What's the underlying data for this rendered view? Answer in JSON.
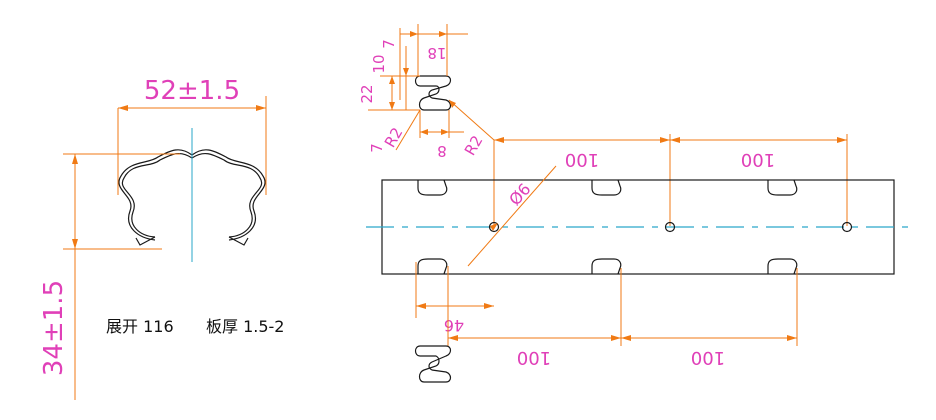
{
  "profile_dims": {
    "width": "52±1.5",
    "height": "34±1.5"
  },
  "notes": {
    "unfold": "展开 116",
    "thickness": "板厚 1.5-2"
  },
  "slot_dims": {
    "d7": "7",
    "d18": "18",
    "d10": "10",
    "d22": "22",
    "d7b": "7",
    "r2a": "R2",
    "d8": "8",
    "r2b": "R2"
  },
  "bar_dims": {
    "spacing_top_1": "100",
    "spacing_top_2": "100",
    "hole_dia": "Ø6",
    "offset": "46",
    "spacing_bottom_1": "100",
    "spacing_bottom_2": "100"
  },
  "colors": {
    "dimension": "#f07a14",
    "dimension_text": "#e040b8",
    "centerline": "#2aa7c9",
    "outline": "#1a1a1a"
  }
}
